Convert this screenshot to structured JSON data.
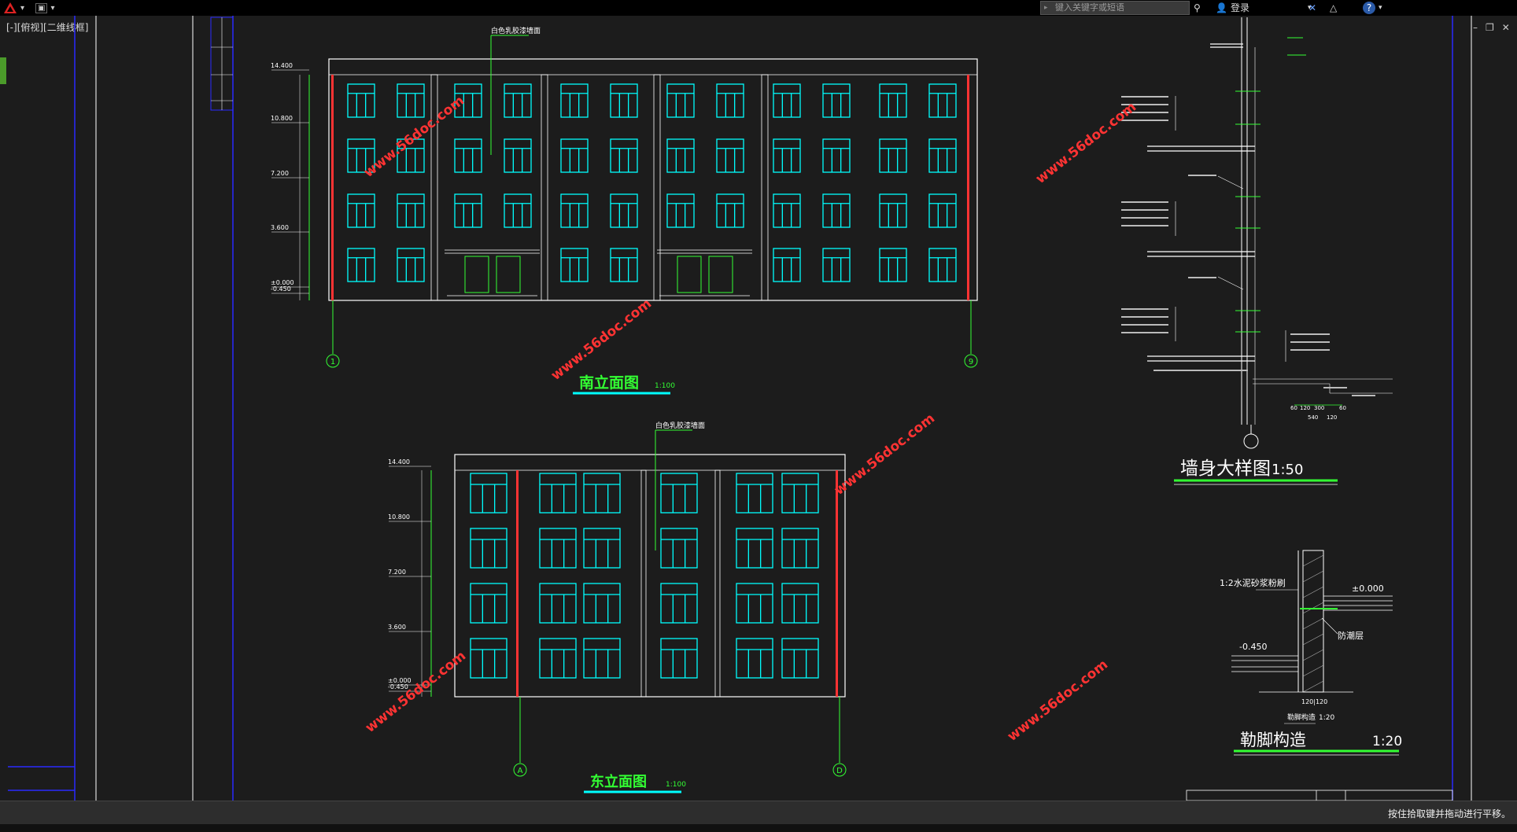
{
  "app": {
    "view_label": "[-][俯视][二维线框]",
    "search_placeholder": "键入关键字或短语",
    "login_label": "登录",
    "status_text": "按住拾取键并拖动进行平移。"
  },
  "colors": {
    "background": "#1c1c1c",
    "window": "#00ffff",
    "line": "#ffffff",
    "green": "#33ff33",
    "red": "#ff3333",
    "blue": "#2a2aff"
  },
  "drawing": {
    "south_title": "南立面图",
    "south_scale": "1:100",
    "south_note": "白色乳胶漆墙面",
    "south_axis_left": "1",
    "south_axis_right": "9",
    "south_levels": [
      "14.400",
      "10.800",
      "7.200",
      "3.600",
      "±0.000",
      "-0.450"
    ],
    "east_title": "东立面图",
    "east_scale": "1:100",
    "east_note": "白色乳胶漆墙面",
    "east_axis_left": "A",
    "east_axis_right": "D",
    "east_levels": [
      "14.400",
      "10.800",
      "7.200",
      "3.600",
      "±0.000",
      "-0.450"
    ],
    "wall_title": "墙身大样图",
    "wall_scale": "1:50",
    "wall_dims": [
      "60",
      "120",
      "300",
      "60",
      "540",
      "120"
    ],
    "plinth_title": "勒脚构造",
    "plinth_scale": "1:20",
    "plinth_small_title": "勒脚构造",
    "plinth_small_scale": "1:20",
    "plinth_note1": "1:2水泥砂浆粉刷",
    "plinth_note2": "防潮层",
    "plinth_level1": "±0.000",
    "plinth_level2": "-0.450",
    "plinth_dim": "120|120",
    "watermark": "www.56doc.com"
  }
}
